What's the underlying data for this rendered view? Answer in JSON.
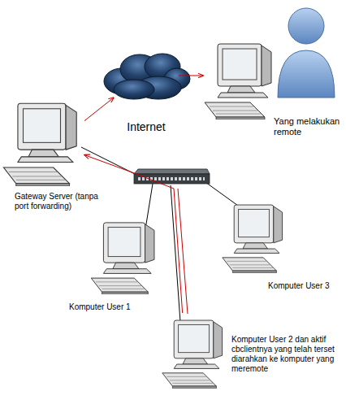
{
  "diagram": {
    "nodes": [
      {
        "text": [
          "Internet"
        ]
      },
      {
        "text": [
          "Yang melakukan remote"
        ]
      },
      {
        "text": [
          "Gateway Server (tanpa port forwarding)"
        ]
      },
      {
        "text": [
          "Komputer User 1"
        ]
      },
      {
        "text": [
          "Komputer User 3"
        ]
      },
      {
        "text": [
          "Komputer User 2 dan aktif cbclientnya yang telah terset diarahkan ke komputer yang meremote"
        ]
      }
    ],
    "edges": [
      {
        "from": 5,
        "to": 2,
        "arrow": "to"
      },
      {
        "from": 2,
        "to": 0,
        "arrow": "to"
      },
      {
        "from": 0,
        "to": 1,
        "arrow": "to"
      }
    ]
  }
}
